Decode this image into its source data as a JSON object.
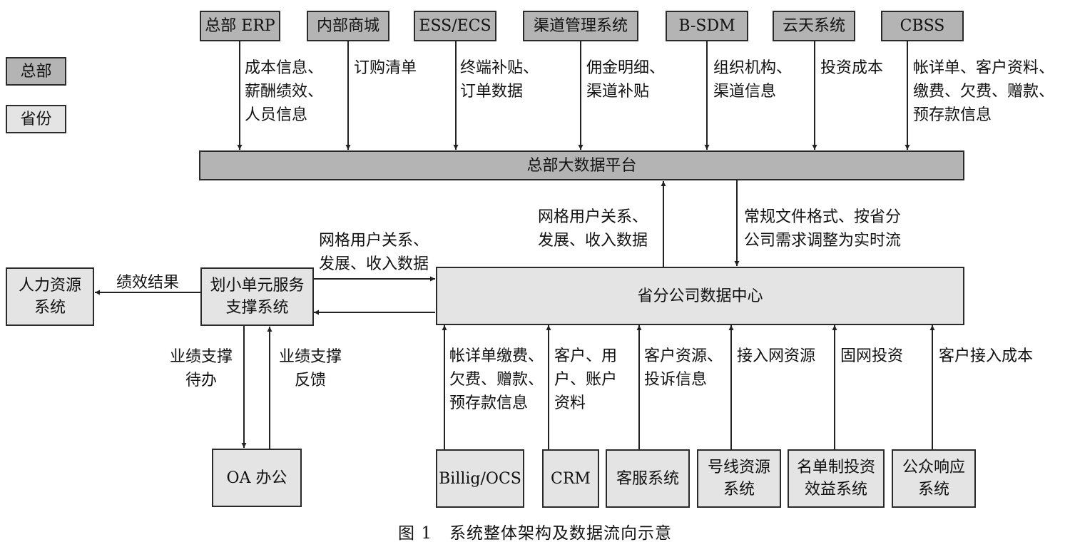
{
  "legend": {
    "hq": "总部",
    "province": "省份"
  },
  "hq_systems": [
    "总部 ERP",
    "内部商城",
    "ESS/ECS",
    "渠道管理系统",
    "B-SDM",
    "云天系统",
    "CBSS"
  ],
  "hq_flows": [
    "成本信息、\n薪酬绩效、\n人员信息",
    "订购清单",
    "终端补贴、\n订单数据",
    "佣金明细、\n渠道补贴",
    "组织机构、\n渠道信息",
    "投资成本",
    "帐详单、客户资料、\n缴费、欠费、赠款、\n预存款信息"
  ],
  "hq_platform": "总部大数据平台",
  "up_flow": "网格用户关系、\n发展、收入数据",
  "down_flow": "常规文件格式、按省分\n公司需求调整为实时流",
  "prov_center": "省分公司数据中心",
  "micro_unit": "划小单元服务\n支撑系统",
  "hr_system": "人力资源\n系统",
  "perf_result": "绩效结果",
  "to_center_flow": "网格用户关系、\n发展、收入数据",
  "oa": "OA 办公",
  "todo_flow": "业绩支撑\n待办",
  "feedback_flow": "业绩支撑\n反馈",
  "prov_systems": [
    "Billig/OCS",
    "CRM",
    "客服系统",
    "号线资源\n系统",
    "名单制投资\n效益系统",
    "公众响应\n系统"
  ],
  "prov_flows": [
    "帐详单缴费、\n欠费、赠款、\n预存款信息",
    "客户、用\n户、账户\n资料",
    "客户资源、\n投诉信息",
    "接入网资源",
    "固网投资",
    "客户接入成本"
  ],
  "caption": "图 1　系统整体架构及数据流向示意"
}
